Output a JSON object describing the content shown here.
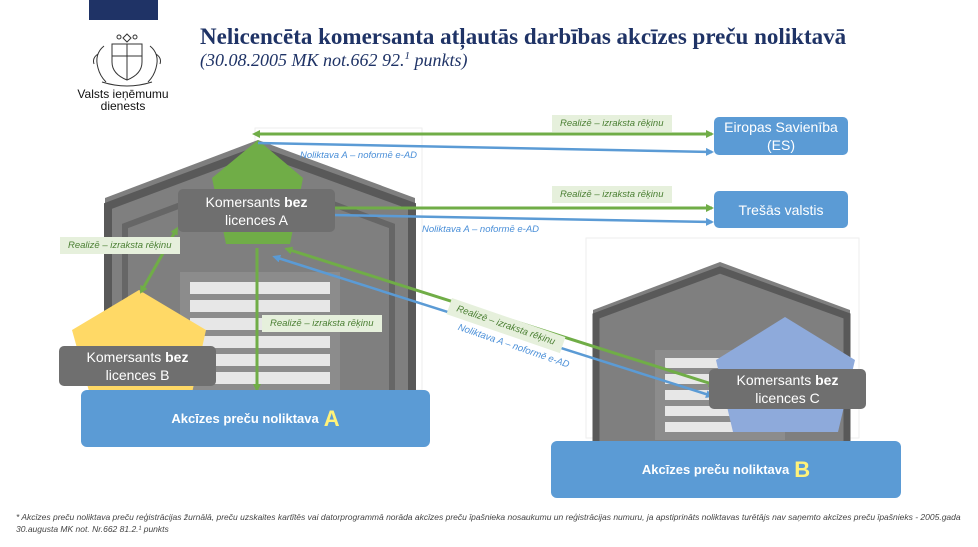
{
  "header": {
    "title": "Nelicencēta komersanta atļautās darbības akcīzes preču noliktavā",
    "subtitle": "(30.08.2005 MK not.662 92.",
    "subtitle_sup": "1",
    "subtitle_end": " punkts)"
  },
  "logo": {
    "line1": "Valsts ieņēmumu",
    "line2": "dienests"
  },
  "labels": {
    "green_es": "Realizē – izraksta rēķinu",
    "blue_es": "Noliktava A – noformē e-AD",
    "green_third": "Realizē – izraksta rēķinu",
    "blue_third": "Noliktava A – noformē e-AD",
    "green_left": "Realizē – izraksta rēķinu",
    "green_mid": "Realizē – izraksta rēķinu",
    "green_diag": "Realizē – izraksta rēķinu",
    "blue_diag": "Noliktava A – noformē e-AD"
  },
  "destinations": {
    "es_line1": "Eiropas Savienība",
    "es_line2": "(ES)",
    "third": "Trešās valstis"
  },
  "merchants": {
    "a_pre": "Komersants ",
    "a_bold": "bez",
    "a_line2": "licences A",
    "b_pre": "Komersants ",
    "b_bold": "bez",
    "b_line2": "licences B",
    "c_pre": "Komersants ",
    "c_bold": "bez",
    "c_line2": "licences C"
  },
  "warehouses": {
    "a_label": "Akcīzes preču noliktava",
    "a_letter": "A",
    "b_label": "Akcīzes preču noliktava",
    "b_letter": "B"
  },
  "footnote": "*  Akcīzes preču noliktava preču reģistrācijas žurnālā, preču uzskaites kartītēs vai datorprogrammā norāda  akcīzes preču īpašnieka nosaukumu un reģistrācijas numuru, ja apstiprināts noliktavas turētājs nav saņemto akcīzes preču īpašnieks - 2005.gada 30.augusta MK not. Nr.662  81.2.¹ punkts",
  "colors": {
    "navy": "#1f3366",
    "green": "#70ad47",
    "blue": "#5b9bd5",
    "gray": "#6f6f6f",
    "yellow": "#ffd966",
    "periwinkle": "#8eaadb"
  }
}
